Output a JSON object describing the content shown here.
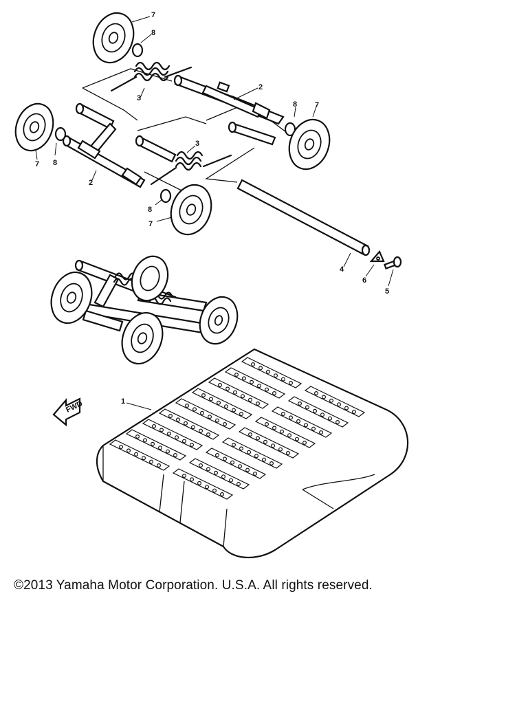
{
  "copyright": "©2013 Yamaha Motor Corporation. U.S.A. All rights reserved.",
  "callouts": {
    "track": "1",
    "frame_upper": "2",
    "frame_lower": "2",
    "spring_upper": "3",
    "spring_lower": "3",
    "shaft": "4",
    "bolt": "5",
    "washer": "6",
    "wheel_top": "7",
    "wheel_right": "7",
    "wheel_left": "7",
    "wheel_bottom": "7",
    "collar_top": "8",
    "collar_right": "8",
    "collar_left": "8",
    "collar_bottom": "8"
  },
  "front_marker": "FWD"
}
